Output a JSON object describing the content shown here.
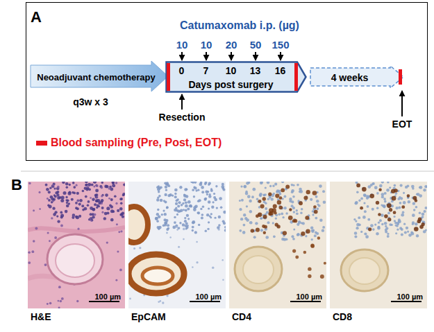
{
  "diagram": {
    "nodes": [
      {
        "text": [
          "A"
        ]
      },
      {
        "text": [
          "Neoadjuvant chemotherapy",
          "q3w x 3"
        ],
        "in": 0
      },
      {
        "text": [
          "0",
          "7",
          "10",
          "13",
          "16",
          "Days post surgery"
        ],
        "in": 0
      },
      {
        "text": [
          "4 weeks"
        ],
        "in": 0
      },
      {
        "text": [
          "100 µm",
          "H&E"
        ]
      },
      {
        "text": [
          "100 µm",
          "EpCAM"
        ]
      },
      {
        "text": [
          "100 µm",
          "CD4"
        ]
      },
      {
        "text": [
          "100 µm",
          "CD8"
        ]
      }
    ],
    "labels": [
      "Catumaxomab i.p. (µg)",
      "10",
      "10",
      "20",
      "50",
      "150",
      "Resection",
      "EOT",
      "B"
    ],
    "legend": [
      {
        "text": "Blood sampling (Pre, Post, EOT)",
        "color": "#e8141c"
      }
    ]
  }
}
